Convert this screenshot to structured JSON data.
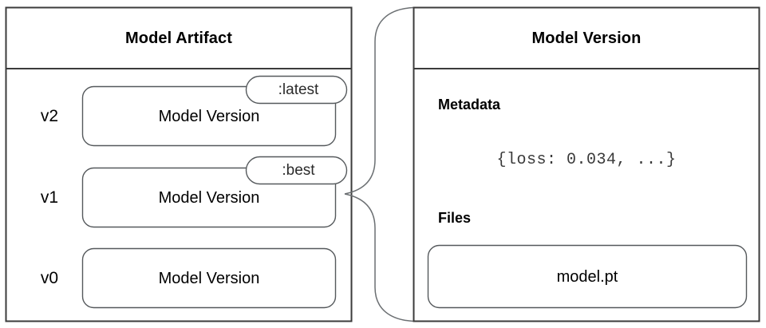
{
  "diagram": {
    "kind": "two-panel-relationship-diagram",
    "connector": "curly-brace",
    "background_color": "#ffffff",
    "outline_color": "#3b3b3b",
    "box_outline_color": "#55595c",
    "connector_color": "#6b6f72",
    "text_color": "#000000"
  },
  "left_panel": {
    "title": "Model Artifact",
    "versions": [
      {
        "version_label": "v2",
        "box_label": "Model Version",
        "alias": ":latest"
      },
      {
        "version_label": "v1",
        "box_label": "Model Version",
        "alias": ":best"
      },
      {
        "version_label": "v0",
        "box_label": "Model Version",
        "alias": ""
      }
    ]
  },
  "right_panel": {
    "title": "Model Version",
    "sections": [
      {
        "heading": "Metadata",
        "value": "{loss: 0.034, ...}"
      },
      {
        "heading": "Files",
        "file": "model.pt"
      }
    ]
  }
}
